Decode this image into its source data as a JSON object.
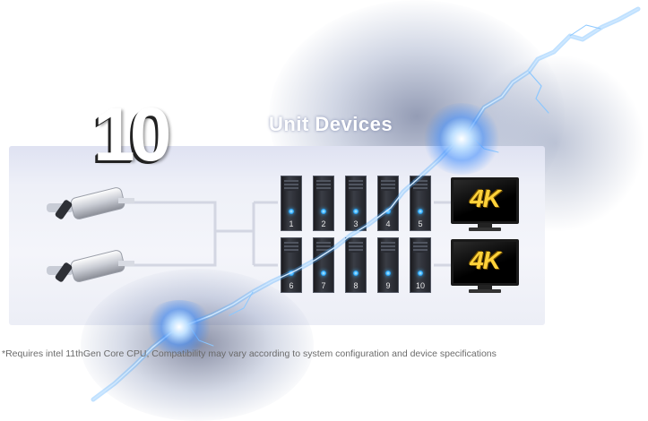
{
  "hero": {
    "big_number": "10",
    "section_title": "Unit Devices"
  },
  "devices": {
    "towers": [
      "1",
      "2",
      "3",
      "4",
      "5",
      "6",
      "7",
      "8",
      "9",
      "10"
    ],
    "monitors": [
      "4K",
      "4K"
    ]
  },
  "footnote": {
    "text": "*Requires intel 11thGen Core CPU, Compatibility may vary according to system configuration and device specifications"
  },
  "colors": {
    "accent_gold": "#ffd23a",
    "led_blue": "#29a8ff",
    "lightning_blue": "#4aa8ff"
  },
  "icons": {
    "cable": "thunderbolt-cable-icon",
    "tower": "pc-tower-icon",
    "monitor": "4k-monitor-icon"
  }
}
